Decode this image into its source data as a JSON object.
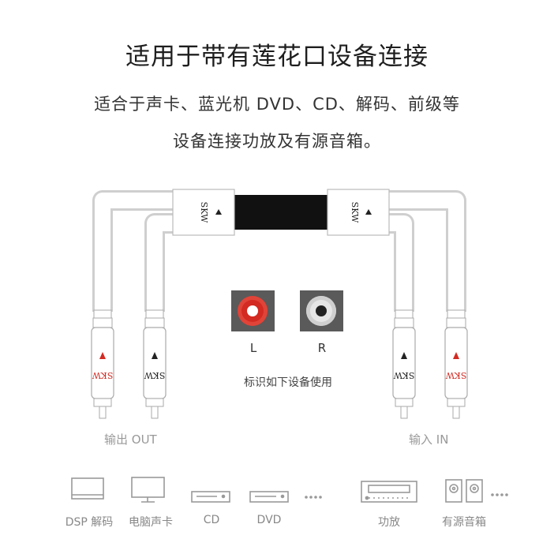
{
  "heading": {
    "title": "适用于带有莲花口设备连接",
    "line1": "适合于声卡、蓝光机 DVD、CD、解码、前级等",
    "line2": "设备连接功放及有源音箱。"
  },
  "brand": "SKW",
  "jacks": {
    "left_label": "L",
    "right_label": "R",
    "caption": "标识如下设备使用"
  },
  "ports": {
    "output": "输出 OUT",
    "input": "输入 IN"
  },
  "devices": [
    {
      "label": "DSP 解码",
      "icon": "monitor-icon"
    },
    {
      "label": "电脑声卡",
      "icon": "computer-icon"
    },
    {
      "label": "CD",
      "icon": "cd-player-icon"
    },
    {
      "label": "DVD",
      "icon": "dvd-player-icon"
    },
    {
      "label": "功放",
      "icon": "amplifier-icon"
    },
    {
      "label": "有源音箱",
      "icon": "speaker-icon"
    }
  ],
  "colors": {
    "red": "#d32a22",
    "cable_gray": "#cccccc",
    "jack_bg": "#5a5a5a",
    "cable_black": "#111111"
  }
}
